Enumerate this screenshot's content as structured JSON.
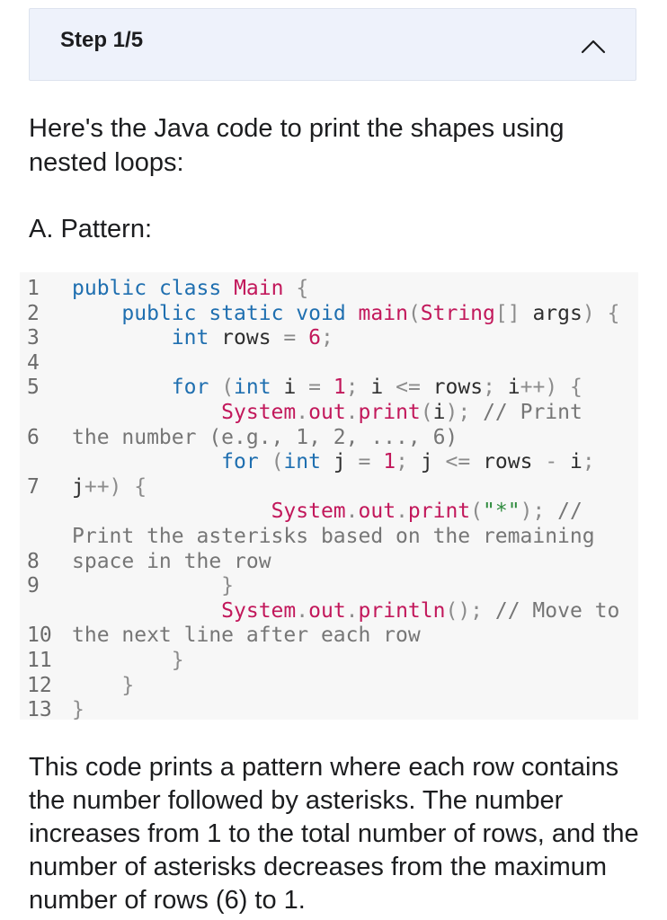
{
  "step": {
    "title": "Step 1/5"
  },
  "intro": "Here's the Java code to print the shapes using nested loops:",
  "section_label": "A. Pattern:",
  "code_rows": [
    {
      "num": "1",
      "text": "public class Main {"
    },
    {
      "num": "2",
      "text": "    public static void main(String[] args) {"
    },
    {
      "num": "3",
      "text": "        int rows = 6;"
    },
    {
      "num": "4",
      "text": ""
    },
    {
      "num": "5",
      "text": "        for (int i = 1; i <= rows; i++) {"
    },
    {
      "num": "",
      "text": "            System.out.print(i); // Print"
    },
    {
      "num": "6",
      "text": "the number (e.g., 1, 2, ..., 6)"
    },
    {
      "num": "",
      "text": "            for (int j = 1; j <= rows - i;"
    },
    {
      "num": "7",
      "text": "j++) {"
    },
    {
      "num": "",
      "text": "                System.out.print(\"*\"); //"
    },
    {
      "num": "",
      "text": "Print the asterisks based on the remaining"
    },
    {
      "num": "8",
      "text": "space in the row"
    },
    {
      "num": "9",
      "text": "            }"
    },
    {
      "num": "",
      "text": "            System.out.println(); // Move to"
    },
    {
      "num": "10",
      "text": "the next line after each row"
    },
    {
      "num": "11",
      "text": "        }"
    },
    {
      "num": "12",
      "text": "    }"
    },
    {
      "num": "13",
      "text": "}"
    }
  ],
  "outro": "This code prints a pattern where each row contains the number followed by asterisks. The number increases from 1 to the total number of rows, and the number of asterisks decreases from the maximum number of rows (6) to 1.",
  "icons": {
    "toggle": "chevron-up-icon"
  },
  "colors": {
    "header_bg": "#eef2fb",
    "code_bg": "#f7f7f7",
    "keyword": "#1f6fb0",
    "class_name": "#c2185b",
    "string": "#2e8b3d",
    "comment": "#767676"
  }
}
